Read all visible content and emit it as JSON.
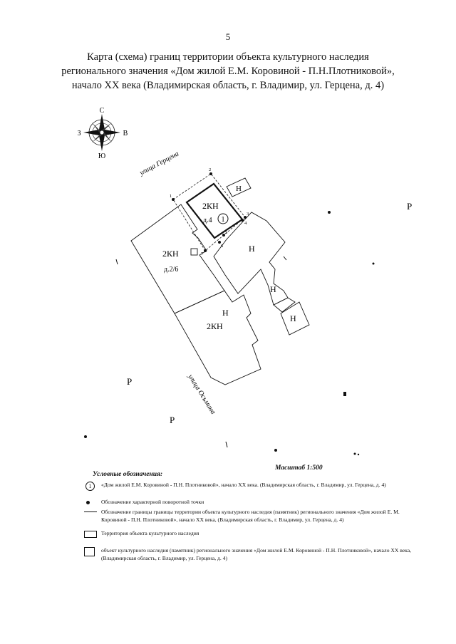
{
  "page_number": "5",
  "title": {
    "line1": "Карта (схема) границ территории объекта культурного наследия",
    "line2": "регионального значения «Дом жилой Е.М. Коровиной - П.Н.Плотниковой»,",
    "line3": "начало XX века (Владимирская область, г. Владимир, ул. Герцена, д. 4)"
  },
  "compass": {
    "north": "С",
    "south": "Ю",
    "west": "З",
    "east": "В"
  },
  "streets": {
    "gertsena": "улица Герцена",
    "osmina": "улица Осьмина"
  },
  "building_labels": {
    "main_code": "2КН",
    "main_house": "д.4",
    "main_object_num": "1",
    "neighbor_code": "2КН",
    "neighbor_house": "д.2/6",
    "south_code": "2КН",
    "n": "Н"
  },
  "points": [
    "1",
    "2",
    "3",
    "4",
    "5",
    "6",
    "7"
  ],
  "zone_label": "Р",
  "scale": "Масштаб 1:500",
  "legend": {
    "title": "Условные обозначения:",
    "item_object_num": "1",
    "item_object": "«Дом жилой Е.М. Коровиной - П.Н. Плотниковой», начало XX века. (Владимирская область, г. Владимир, ул. Герцена, д. 4)",
    "item_points": "Обозначение характерной поворотной точки",
    "item_boundary": "Обозначение границы границы территории объекта культурного наследия (памятник) регионального значения «Дом жилой Е. М. Коровиной - П.Н. Плотниковой», начало XX века, (Владимирская область, г. Владимир, ул. Герцена, д. 4)",
    "item_territory": "Территория объекта культурного наследия",
    "item_object_box": "объект культурного наследия (памятник) регионального значения «Дом жилой Е.М. Коровиной - П.Н. Плотниковой», начало XX века, (Владимирская область, г. Владимир, ул. Герцена, д. 4)"
  }
}
